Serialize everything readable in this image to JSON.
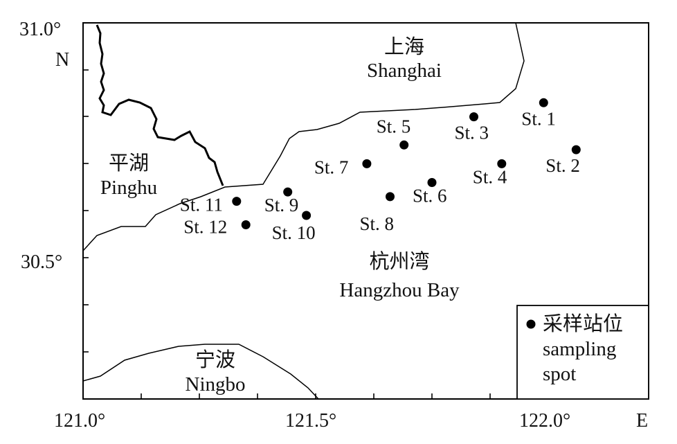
{
  "axes": {
    "y_max_label": "31.0°",
    "y_mid_label": "30.5°",
    "y_unit": "N",
    "x_labels": [
      "121.0°",
      "121.5°",
      "122.0°"
    ],
    "x_unit": "E"
  },
  "regions": {
    "shanghai_cn": "上海",
    "shanghai_en": "Shanghai",
    "pinghu_cn": "平湖",
    "pinghu_en": "Pinghu",
    "bay_cn": "杭州湾",
    "bay_en": "Hangzhou Bay",
    "ningbo_cn": "宁波",
    "ningbo_en": "Ningbo"
  },
  "stations": [
    {
      "name": "St. 1",
      "lon": 121.99,
      "lat": 30.83
    },
    {
      "name": "St. 2",
      "lon": 122.06,
      "lat": 30.73
    },
    {
      "name": "St. 3",
      "lon": 121.84,
      "lat": 30.8
    },
    {
      "name": "St. 4",
      "lon": 121.9,
      "lat": 30.7
    },
    {
      "name": "St. 5",
      "lon": 121.69,
      "lat": 30.74
    },
    {
      "name": "St. 6",
      "lon": 121.75,
      "lat": 30.66
    },
    {
      "name": "St. 7",
      "lon": 121.61,
      "lat": 30.7
    },
    {
      "name": "St. 8",
      "lon": 121.66,
      "lat": 30.63
    },
    {
      "name": "St. 9",
      "lon": 121.44,
      "lat": 30.64
    },
    {
      "name": "St. 10",
      "lon": 121.48,
      "lat": 30.59
    },
    {
      "name": "St. 11",
      "lon": 121.33,
      "lat": 30.62
    },
    {
      "name": "St. 12",
      "lon": 121.35,
      "lat": 30.57
    }
  ],
  "legend": {
    "label_cn": "采样站位",
    "label_en_1": "sampling",
    "label_en_2": "spot"
  }
}
